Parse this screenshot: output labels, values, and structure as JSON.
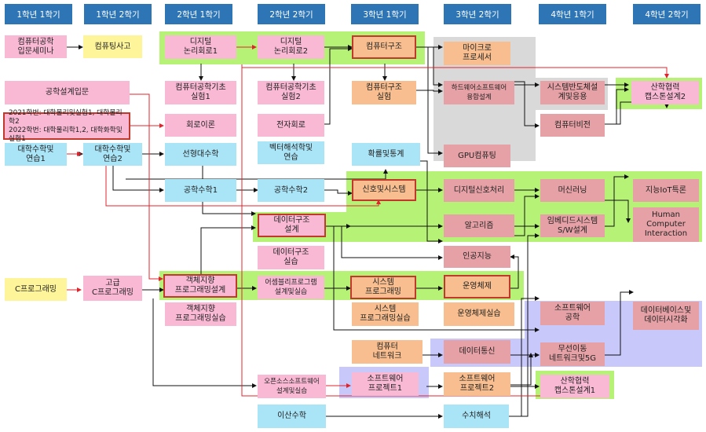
{
  "headers": [
    "1학년 1학기",
    "1학년 2학기",
    "2학년 1학기",
    "2학년 2학기",
    "3학년 1학기",
    "3학년 2학기",
    "4학년 1학기",
    "4학년 2학기"
  ],
  "nodes": {
    "intro_seminar": "컴퓨터공학\n입문세미나",
    "computing_thinking": "컴퓨팅사고",
    "digital_logic1": "디지털\n논리회로1",
    "digital_logic2": "디지털\n논리회로2",
    "computer_arch": "컴퓨터구조",
    "microprocessor": "마이크로\n프로세서",
    "eng_design_intro": "공학설계입문",
    "cs_lab1": "컴퓨터공학기초\n실험1",
    "cs_lab2": "컴퓨터공학기초\n실험2",
    "arch_lab": "컴퓨터구조\n실험",
    "hw_sw_design": "하드웨어소프트웨어\n융합설계",
    "soc_design": "시스템반도체설\n계및응용",
    "capstone2": "산학협력\n캡스톤설계2",
    "physics_note": "2021학번: 대학물리및실험1, 대학물리학2\n2022학번: 대학물리학1,2, 대학화학및실험1",
    "circuit_theory": "회로이론",
    "electronic_circuit": "전자회로",
    "computer_vision": "컴퓨터비전",
    "calculus1": "대학수학및\n연습1",
    "calculus2": "대학수학및\n연습2",
    "linear_algebra": "선형대수학",
    "vector_analysis": "벡터해석학및\n연습",
    "prob_stats": "확률및통계",
    "gpu_computing": "GPU컴퓨팅",
    "eng_math1": "공학수학1",
    "eng_math2": "공학수학2",
    "signals_systems": "신호및시스템",
    "dsp": "디지털신호처리",
    "machine_learning": "머신러닝",
    "intelligent_iot": "지능IoT특론",
    "data_structures": "데이터구조\n설계",
    "algorithms": "알고리즘",
    "embedded_sw": "임베디드시스템\nS/W설계",
    "hci": "Human\nComputer\nInteraction",
    "ds_lab": "데이터구조\n실습",
    "ai": "인공지능",
    "c_programming": "C프로그래밍",
    "advanced_c": "고급\nC프로그래밍",
    "oop_design": "객체지향\n프로그래밍설계",
    "assembly": "어셈블리프로그램\n설계및실습",
    "system_programming": "시스템\n프로그래밍",
    "operating_systems": "운영체제",
    "oop_lab": "객체지향\n프로그래밍실습",
    "sysprog_lab": "시스템\n프로그래밍실습",
    "os_lab": "운영체제실습",
    "software_eng": "소프트웨어\n공학",
    "database_vis": "데이터베이스및\n데이터시각화",
    "networks": "컴퓨터\n네트워크",
    "data_comm": "데이터통신",
    "wireless_5g": "무선이동\n네트워크및5G",
    "oss_design": "오픈소스소프트웨어\n설계및실습",
    "sw_project1": "소프트웨어\n프로젝트1",
    "sw_project2": "소프트웨어\n프로젝트2",
    "capstone1": "산학협력\n캡스톤설계1",
    "discrete_math": "이산수학",
    "numerical_analysis": "수치해석"
  },
  "colors": {
    "header": "#2e75b6",
    "pink": "#f9b9d4",
    "yellow": "#fef59a",
    "cyan": "#a9e4f7",
    "orange": "#f8be8f",
    "rose": "#e6a1a6",
    "zone_green": "#b6f275",
    "zone_gray": "#d9d9d9",
    "zone_lavender": "#c9c8fb",
    "arrow_red": "#e0242e",
    "arrow_black": "#111111"
  }
}
